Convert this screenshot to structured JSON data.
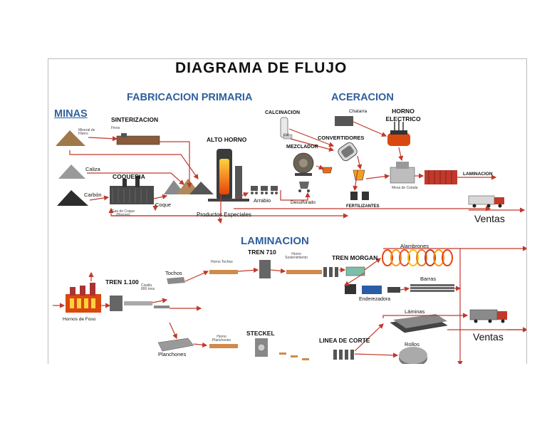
{
  "title": "DIAGRAMA DE FLUJO",
  "sections": {
    "primary": "FABRICACION PRIMARIA",
    "aceracion": "ACERACION",
    "minas": "MINAS",
    "laminacion": "LAMINACION"
  },
  "labels": {
    "sinterizacion": "SINTERIZACION",
    "finos": "Finos",
    "mineral": "Mineral de Hierro",
    "caliza": "Caliza",
    "carbon": "Carbón",
    "coqueria": "COQUERIA",
    "gas_coque": "Gas de Coque (Hornos)",
    "coque": "Coque",
    "alto_horno": "ALTO HORNO",
    "arrabio": "Arrabio",
    "productos_especiales": "Productos Especiales",
    "calcinacion": "CALCINACION",
    "cal": "Cal",
    "chatarra": "Chatarra",
    "horno_electrico": "HORNO ELECTRICO",
    "convertidores": "CONVERTIDORES",
    "mezclador": "MEZCLADOR",
    "desulfurado": "Desulfurado",
    "fertilizantes": "FERTILIZANTES",
    "mesa_colada": "Mesa de Colada",
    "laminacion_arrow": "LAMINACION",
    "ventas_top": "Ventas",
    "tren_710": "TREN 710",
    "horno_tochos": "Horno Tochos",
    "horno_sostenimiento": "Horno Sostenimiento",
    "tren_morgan": "TREN MORGAN",
    "alambrones": "Alambrones",
    "barras": "Barras",
    "enderezadora": "Enderezadora",
    "tren_1100": "TREN 1.100",
    "tochos": "Tochos",
    "cizalla": "Cizalla 800 tons",
    "hornos_foso": "Hornos de Foso",
    "steckel": "STECKEL",
    "horno_planchones": "Horno Planchones",
    "planchones": "Planchones",
    "linea_corte": "LINEA DE CORTE",
    "laminas": "Láminas",
    "rollos": "Rollos",
    "ventas_bottom": "Ventas"
  },
  "colors": {
    "arrow": "#c0392b",
    "section_blue": "#2f5f9e",
    "furnace_red": "#d9480f"
  }
}
